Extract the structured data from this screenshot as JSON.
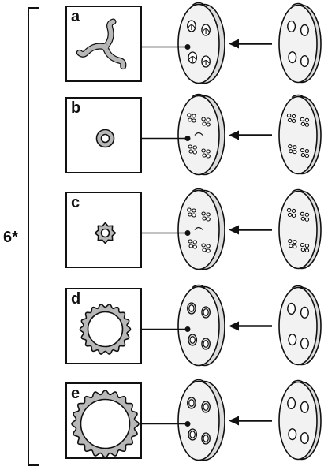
{
  "bracket": {
    "label": "6*"
  },
  "rows": [
    {
      "letter": "a",
      "shape": "three-arm-pinwheel",
      "front_disc": "pinwheel-holes",
      "back_disc": "four-large-holes"
    },
    {
      "letter": "b",
      "shape": "small-round-ring",
      "front_disc": "clustered-holes",
      "back_disc": "clustered-holes"
    },
    {
      "letter": "c",
      "shape": "small-star-ring",
      "front_disc": "clustered-holes",
      "back_disc": "clustered-holes"
    },
    {
      "letter": "d",
      "shape": "medium-scalloped-ring",
      "front_disc": "four-ring-holes",
      "back_disc": "four-large-holes"
    },
    {
      "letter": "e",
      "shape": "large-scalloped-ring",
      "front_disc": "four-ring-holes",
      "back_disc": "four-large-holes"
    }
  ],
  "colors": {
    "stroke": "#111111",
    "fill_grey": "#b8b8b8",
    "disc_grey": "#dcdcdc",
    "hole_fill": "#ffffff"
  }
}
